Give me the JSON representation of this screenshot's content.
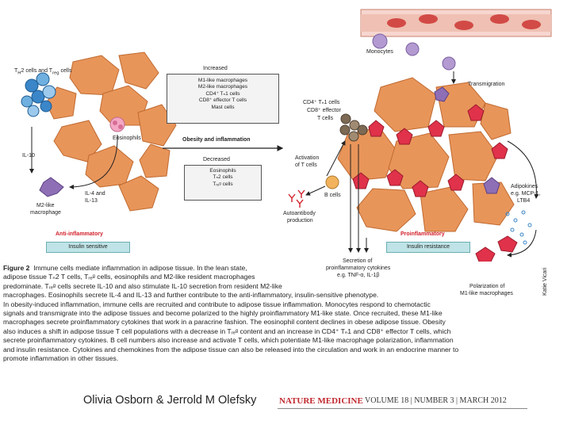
{
  "figure": {
    "left_labels": {
      "th2_treg": "T",
      "th2_sub": "H",
      "th2_rest": "2 cells and T",
      "treg_sub": "reg",
      "treg_rest": " cells",
      "eosinophils": "Eosinophils",
      "il10": "IL-10",
      "il4": "IL-4 and",
      "il13": "IL-13",
      "m2_line1": "M2-like",
      "m2_line2": "macrophage",
      "anti": "Anti-inflammatory",
      "insulin_sensitive": "Insulin sensitive"
    },
    "increased": {
      "title": "Increased",
      "items": [
        "M1-like macrophages",
        "M2-like macrophages",
        "CD4⁺ Tₙ1 cells",
        "CD8⁺ effector T cells",
        "Mast cells"
      ]
    },
    "obesity": "Obesity and inflammation",
    "decreased": {
      "title": "Decreased",
      "items": [
        "Eosinophils",
        "Tₙ2 cells",
        "Tᵣₑᵍ cells"
      ]
    },
    "right_labels": {
      "monocytes": "Monocytes",
      "transmigration": "Transmigration",
      "cd4": "CD4⁺ Tₙ1 cells",
      "cd8": "CD8⁺ effector",
      "tcells": "T cells",
      "activation1": "Activation",
      "activation2": "of T cells",
      "bcells": "B cells",
      "autoab1": "Autoantibody",
      "autoab2": "production",
      "adipokines1": "Adipokines",
      "adipokines2": "e.g. MCP-1,",
      "adipokines3": "LTB4",
      "proinflammatory": "Proinflammatory",
      "insulin_resistance": "Insulin resistance",
      "secretion1": "Secretion of",
      "secretion2": "proinflammatory cytokines",
      "secretion3": "e.g. TNF-α, IL-1β",
      "polarization1": "Polarization of",
      "polarization2": "M1-like macrophages",
      "credit": "Katie Vicari"
    }
  },
  "caption": {
    "label": "Figure 2",
    "line1": "Immune cells mediate inflammation in adipose tissue. In the lean state,",
    "line2": "adipose tissue Tₙ2 T cells, Tᵣₑᵍ cells, eosinophils and M2-like resident macrophages",
    "line3": "predominate. Tᵣₑᵍ cells secrete IL-10 and also stimulate IL-10 secretion from resident M2-like",
    "line4": "macrophages. Eosinophils secrete IL-4 and IL-13 and further contribute to the anti-inflammatory, insulin-sensitive phenotype.",
    "line5": "In obesity-induced inflammation, immune cells are recruited and contribute to adipose tissue inflammation. Monocytes respond to chemotactic",
    "line6": "signals and transmigrate into the adipose tissues and become polarized to the highly proinflammatory M1-like state. Once recruited, these M1-like",
    "line7": "macrophages secrete proinflammatory cytokines that work in a paracrine fashion. The eosinophil content declines in obese adipose tissue. Obesity",
    "line8": "also induces a shift in adipose tissue T cell populations with a decrease in Tᵣₑᵍ content and an increase in CD4⁺ Tₙ1 and CD8⁺ effector T cells, which",
    "line9": "secrete proinflammatory cytokines. B cell numbers also increase and activate T cells, which potentiate M1-like macrophage polarization, inflammation",
    "line10": "and insulin resistance. Cytokines and chemokines from the adipose tissue can also be released into the circulation and work in an endocrine manner to",
    "line11": "promote inflammation in other tissues."
  },
  "footer": {
    "authors": "Olivia Osborn & Jerrold M Olefsky",
    "journal": "NATURE MEDICINE",
    "issue": "VOLUME 18 | NUMBER 3 | MARCH 2012"
  },
  "colors": {
    "adipocyte": "#e8955a",
    "m1_macrophage": "#e0324a",
    "m2_macrophage": "#8e6fb5",
    "treg_cell": "#3a86c8",
    "eosinophil": "#f3a8c4",
    "tcell": "#7d6a55",
    "bcell": "#f2b35c",
    "monocyte": "#b39ad0",
    "insulin_box": "#bfe3e6",
    "journal": "#c0282d"
  }
}
